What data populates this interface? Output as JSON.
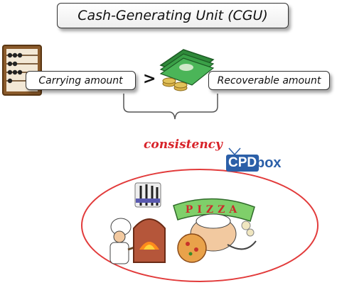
{
  "title": "Cash-Generating Unit (CGU)",
  "left_label": "Carrying amount",
  "comparator": ">",
  "right_label": "Recoverable amount",
  "consistency_label": "consistency",
  "logo": {
    "part1": "CPD",
    "part2": "box"
  },
  "pizza_sign": "PIZZA",
  "colors": {
    "accent_red": "#d8232a",
    "logo_blue": "#2b5fa8"
  }
}
